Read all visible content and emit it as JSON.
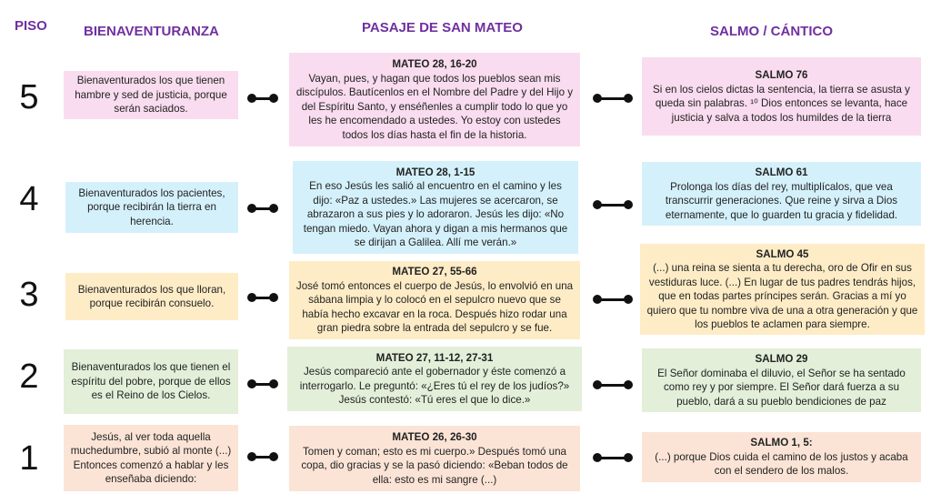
{
  "headers": {
    "piso": "PISO",
    "bienaventuranza": "BIENAVENTURANZA",
    "pasaje": "PASAJE DE SAN MATEO",
    "salmo": "SALMO / CÁNTICO"
  },
  "colors": {
    "header": "#7030a0",
    "row5": "#f9dcef",
    "row4": "#d4f1fb",
    "row3": "#fdecc6",
    "row2": "#e3efd9",
    "row1": "#fbe4d6"
  },
  "rows": [
    {
      "piso": "5",
      "bienaventuranza": "Bienaventurados los que tienen hambre y sed de justicia, porque serán saciados.",
      "mateo_ref": "MATEO 28, 16-20",
      "mateo_text": "Vayan, pues, y hagan que todos los pueblos sean mis discípulos. Bautícenlos en el Nombre del Padre y del Hijo y del Espíritu Santo, y enséñenles a cumplir todo lo que yo les he encomendado a ustedes. Yo estoy con ustedes todos los días hasta el fin de la historia.",
      "salmo_ref": "SALMO 76",
      "salmo_text": "Si en los cielos dictas la sentencia, la tierra se asusta y queda sin palabras. ¹⁰ Dios entonces se levanta, hace justicia y salva a todos los humildes de la tierra"
    },
    {
      "piso": "4",
      "bienaventuranza": "Bienaventurados los pacientes, porque recibirán la tierra en herencia.",
      "mateo_ref": "MATEO 28, 1-15",
      "mateo_text": "En eso Jesús les salió al encuentro en el camino y les dijo: «Paz a ustedes.» Las mujeres se acercaron, se abrazaron a sus pies y lo adoraron. Jesús les dijo: «No tengan miedo. Vayan ahora y digan a mis hermanos que se dirijan a Galilea. Allí me verán.»",
      "salmo_ref": "SALMO 61",
      "salmo_text": "Prolonga los días del rey, multiplícalos, que vea transcurrir generaciones.  Que reine y sirva a Dios eternamente, que lo guarden tu gracia y fidelidad."
    },
    {
      "piso": "3",
      "bienaventuranza": "Bienaventurados los que lloran, porque recibirán consuelo.",
      "mateo_ref": "MATEO 27, 55-66",
      "mateo_text": "José tomó entonces el cuerpo de Jesús, lo envolvió en una sábana limpia y lo colocó en el sepulcro nuevo que se había hecho excavar en la roca. Después hizo rodar una gran piedra sobre la entrada del sepulcro y se fue.",
      "salmo_ref": "SALMO 45",
      "salmo_text": "(...) una reina se sienta a tu derecha, oro de Ofir en sus vestiduras luce. (...) En lugar de tus padres tendrás hijos, que en todas partes príncipes serán. Gracias a mí yo quiero que tu nombre viva de una a otra generación y que los pueblos te aclamen para siempre."
    },
    {
      "piso": "2",
      "bienaventuranza": "Bienaventurados los que tienen el espíritu del pobre, porque de ellos es el Reino de los Cielos.",
      "mateo_ref": "MATEO 27, 11-12, 27-31",
      "mateo_text": "Jesús compareció ante el gobernador y éste comenzó a interrogarlo. Le preguntó: «¿Eres tú el rey de los judíos?» Jesús contestó: «Tú eres el que lo dice.»",
      "salmo_ref": "SALMO 29",
      "salmo_text": "El Señor dominaba el diluvio, el Señor se ha sentado como rey y por siempre. El Señor dará fuerza a su pueblo, dará a su pueblo bendiciones de paz"
    },
    {
      "piso": "1",
      "bienaventuranza": "Jesús, al ver toda aquella muchedumbre, subió al monte (...) Entonces comenzó a hablar y les enseñaba diciendo:",
      "mateo_ref": "MATEO 26, 26-30",
      "mateo_text": "Tomen y coman; esto es mi cuerpo.» Después tomó una copa, dio gracias y se la pasó diciendo: «Beban todos de ella: esto es mi sangre (...)",
      "salmo_ref": "SALMO 1, 5:",
      "salmo_text": "(...) porque Dios cuida el camino de los justos y acaba con el sendero de los malos."
    }
  ]
}
